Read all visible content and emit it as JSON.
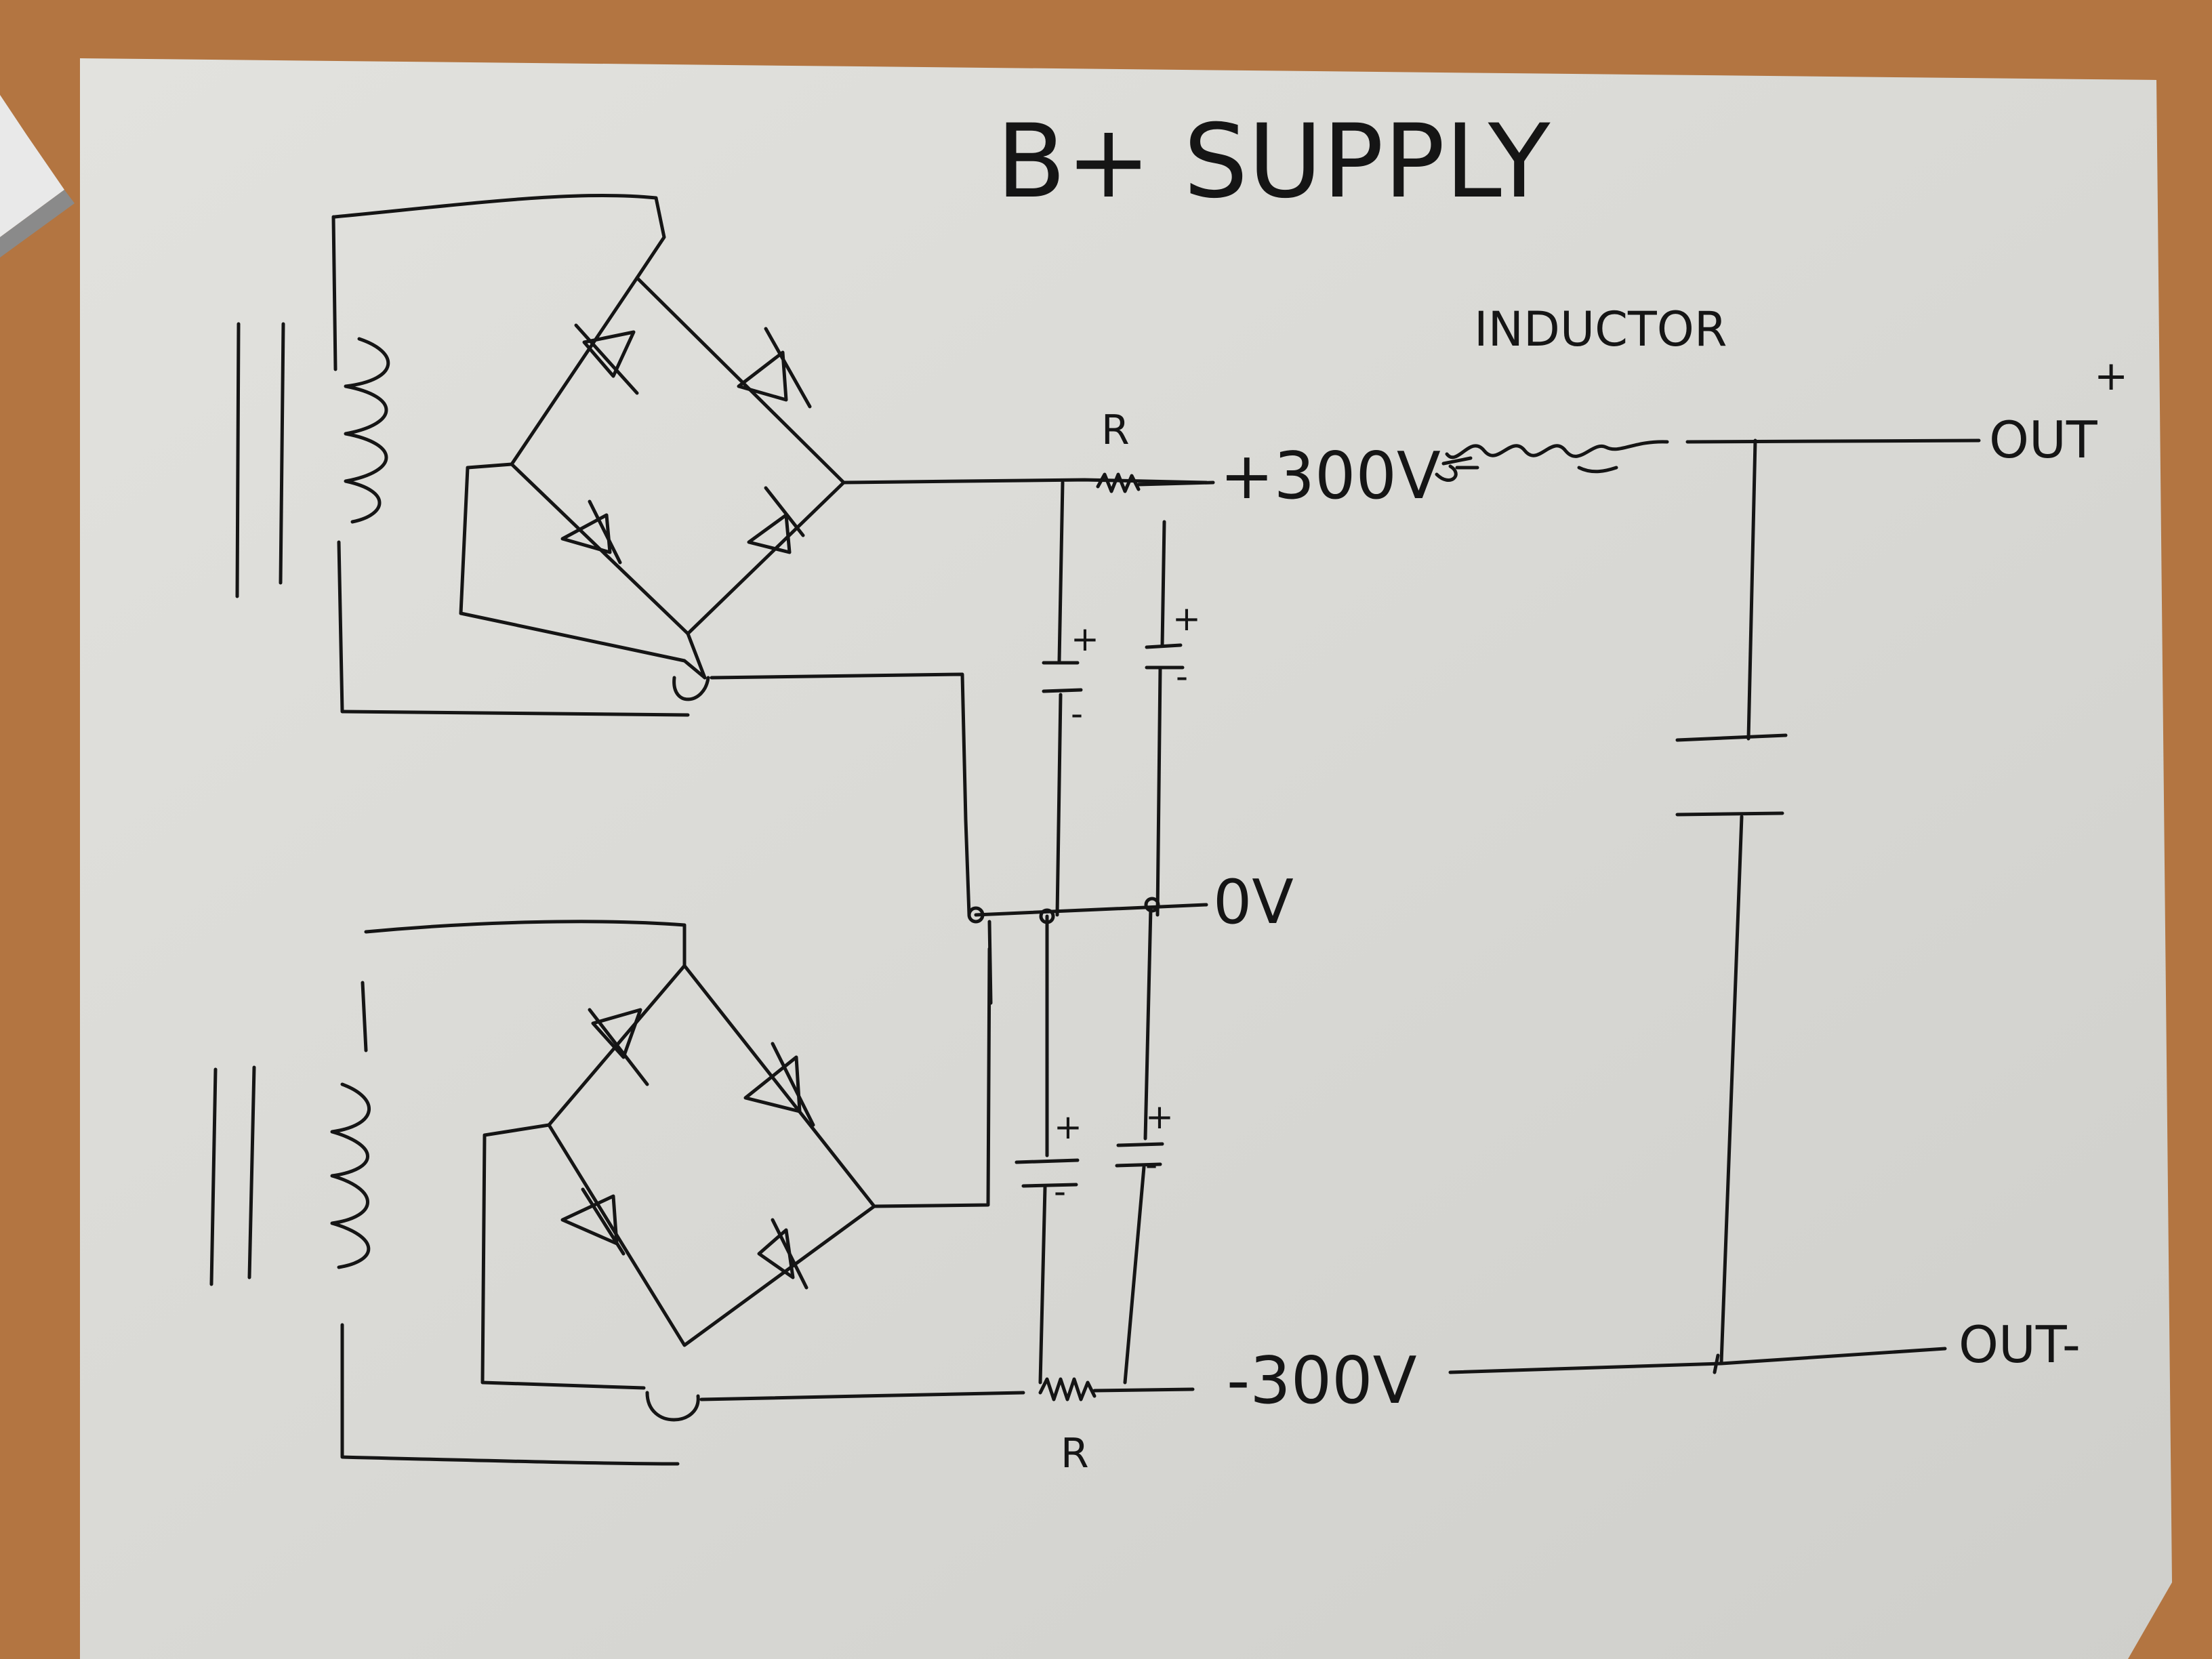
{
  "diagram": {
    "title": "B+ SUPPLY",
    "labels": {
      "inductor": "INDUCTOR",
      "resistor_top": "R",
      "resistor_bottom": "R",
      "plus_300": "+300V",
      "zero_v": "0V",
      "minus_300": "-300V",
      "out_plus": "OUT",
      "out_plus_sign": "+",
      "out_minus": "OUT-",
      "cap_plus": "+",
      "cap_minus": "-"
    }
  },
  "colors": {
    "paper": "#dcdcd8",
    "ink": "#151515",
    "desk": "#b0733f"
  }
}
